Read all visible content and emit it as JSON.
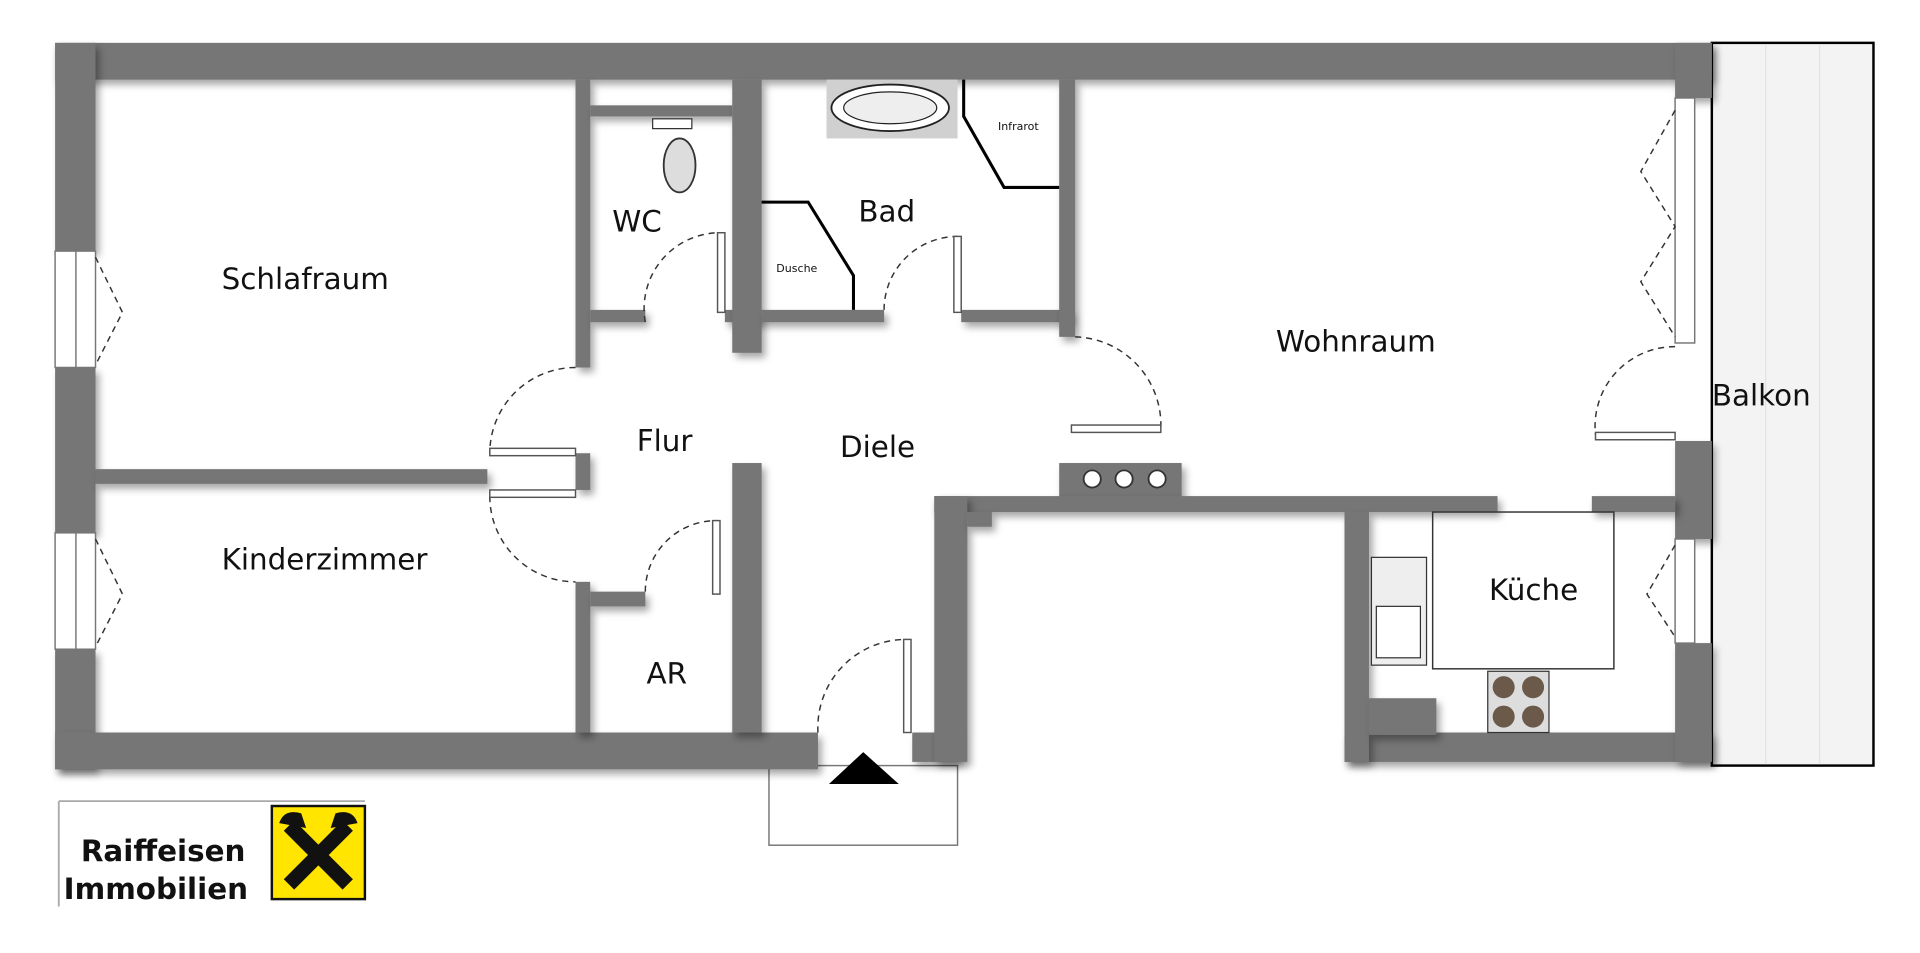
{
  "rooms": {
    "schlafraum": "Schlafraum",
    "kinderzimmer": "Kinderzimmer",
    "wc": "WC",
    "bad": "Bad",
    "dusche": "Dusche",
    "infrarot": "Infrarot",
    "flur": "Flur",
    "diele": "Diele",
    "ar": "AR",
    "wohnraum": "Wohnraum",
    "kueche": "Küche",
    "balkon": "Balkon"
  },
  "logo": {
    "line1": "Raiffeisen",
    "line2": "Immobilien",
    "accent": "#FFE500"
  },
  "colors": {
    "wall": "#767676"
  }
}
